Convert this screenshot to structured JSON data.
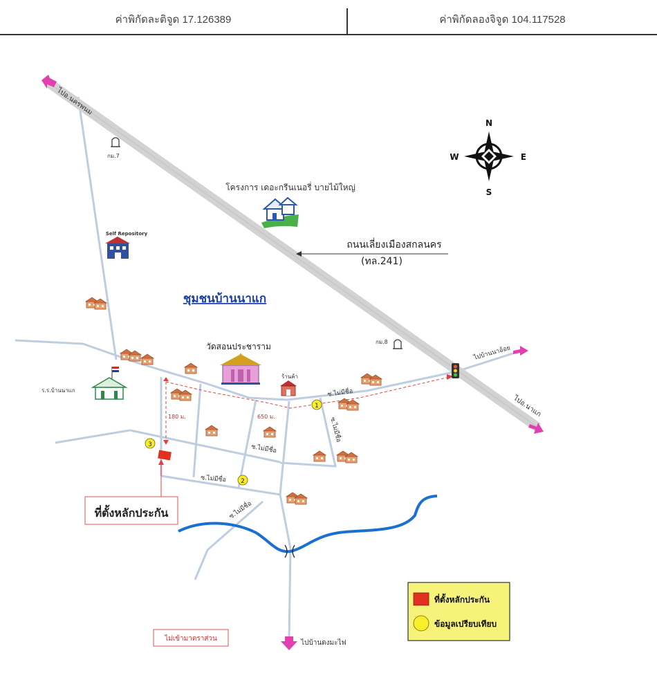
{
  "header": {
    "latitude": "ค่าพิกัดละติจูด 17.126389",
    "longitude": "ค่าพิกัดลองจิจูด 104.117528"
  },
  "labels": {
    "to_nakhon_phanom": "ไปอ.นครพนม",
    "km7": "กม.7",
    "project": "โครงการ เดอะกรีนเนอรี่ บายไม้ใหญ่",
    "bypass": "ถนนเลี่ยงเมืองสกลนคร",
    "route": "(ทล.241)",
    "self_repository": "Self Repository",
    "community": "ชุมชนบ้านนาแก",
    "temple": "วัดสอนประชาราม",
    "km8": "กม.8",
    "to_ban_na_oi": "ไปบ้านนาอ้อย",
    "to_na_kae": "ไปอ.นาแก",
    "shop": "ร้านค้า",
    "school": "ร.ร.บ้านนาแก",
    "dist_180": "180 ม.",
    "dist_650": "650 ม.",
    "road_unnamed_1": "ซ.ไม่มีชื่อ",
    "road_unnamed_2": "ซ.ไม่มีชื่อ",
    "road_unnamed_3": "ซ.ไม่มีชื่อ",
    "road_unnamed_4": "ซ.ไม่มีชื่อ",
    "road_unnamed_5": "ซ.ไม่มีชื่อ",
    "collateral_location": "ที่ตั้งหลักประกัน",
    "to_ban_khok_mafai": "ไปบ้านดงมะไฟ",
    "not_to_scale": "ไม่เข้ามาตราส่วน",
    "marker_1": "1",
    "marker_2": "2",
    "marker_3": "3"
  },
  "compass": {
    "n": "N",
    "s": "S",
    "e": "E",
    "w": "W"
  },
  "legend": {
    "collateral": "ที่ตั้งหลักประกัน",
    "comparison": "ข้อมูลเปรียบเทียบ"
  },
  "colors": {
    "highway": "#d2d2d2",
    "road": "#bfcde0",
    "river": "#1a6fd0",
    "arrow_pink": "#e040b0",
    "collateral_red": "#e03020",
    "marker_yellow": "#f7ef2a",
    "legend_bg": "#f6f27a",
    "community_blue": "#1a3ea8"
  }
}
